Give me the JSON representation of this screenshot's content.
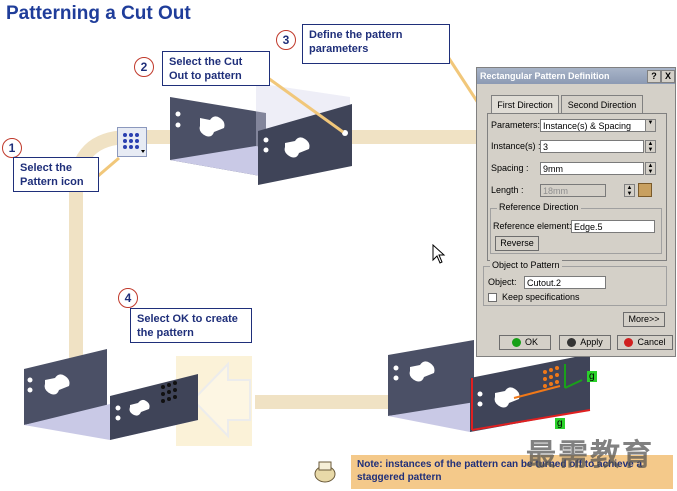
{
  "title": "Patterning a Cut Out",
  "steps": [
    {
      "num": "1",
      "text": "Select the Pattern icon"
    },
    {
      "num": "2",
      "text": "Select the Cut Out to pattern"
    },
    {
      "num": "3",
      "text": "Define the pattern parameters"
    },
    {
      "num": "4",
      "text": "Select OK to create the pattern"
    }
  ],
  "dialog": {
    "title": "Rectangular Pattern Definition",
    "help_label": "?",
    "close_label": "X",
    "tabs": [
      "First Direction",
      "Second Direction"
    ],
    "parameters_label": "Parameters:",
    "parameters_value": "Instance(s) & Spacing",
    "instances_label": "Instance(s) :",
    "instances_value": "3",
    "spacing_label": "Spacing :",
    "spacing_value": "9mm",
    "length_label": "Length :",
    "length_value": "18mm",
    "reference_direction_title": "Reference Direction",
    "reference_element_label": "Reference element:",
    "reference_element_value": "Edge.5",
    "reverse_label": "Reverse",
    "object_to_pattern_title": "Object to Pattern",
    "object_label": "Object:",
    "object_value": "Cutout.2",
    "keep_specifications_label": "Keep specifications",
    "more_label": "More>>",
    "ok_label": "OK",
    "apply_label": "Apply",
    "cancel_label": "Cancel"
  },
  "model_labels": {
    "g1": "g",
    "g2": "g"
  },
  "note": "Note: instances of the pattern can be turned off to achieve a staggered pattern",
  "watermark": "最需教育",
  "colors": {
    "title": "#1f3d9a",
    "callout_border": "#1f2f7a",
    "step_ring": "#c0392b",
    "note_bg": "#f4c98a",
    "flow_path": "#f0e2c4"
  }
}
